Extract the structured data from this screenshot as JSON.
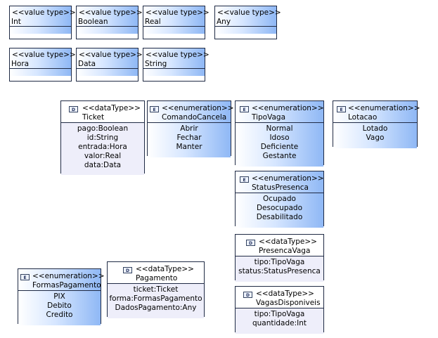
{
  "value_types": [
    {
      "stereotype": "<<value type>>",
      "name": "Int"
    },
    {
      "stereotype": "<<value type>>",
      "name": "Boolean"
    },
    {
      "stereotype": "<<value type>>",
      "name": "Real"
    },
    {
      "stereotype": "<<value type>>",
      "name": "Any"
    },
    {
      "stereotype": "<<value type>>",
      "name": "Hora"
    },
    {
      "stereotype": "<<value type>>",
      "name": "Data"
    },
    {
      "stereotype": "<<value type>>",
      "name": "String"
    }
  ],
  "datatypes": {
    "ticket": {
      "stereotype": "<<dataType>>",
      "name": "Ticket",
      "icon": "datatype-icon",
      "items": [
        "pago:Boolean",
        "id:String",
        "entrada:Hora",
        "valor:Real",
        "data:Data"
      ]
    },
    "pagamento": {
      "stereotype": "<<dataType>>",
      "name": "Pagamento",
      "icon": "datatype-icon",
      "items": [
        "ticket:Ticket",
        "forma:FormasPagamento",
        "DadosPagamento:Any"
      ]
    },
    "presenca_vaga": {
      "stereotype": "<<dataType>>",
      "name": "PresencaVaga",
      "icon": "datatype-icon",
      "items": [
        "tipo:TipoVaga",
        "status:StatusPresenca"
      ]
    },
    "vagas_disponiveis": {
      "stereotype": "<<dataType>>",
      "name": "VagasDisponiveis",
      "icon": "datatype-icon",
      "items": [
        "tipo:TipoVaga",
        "quantidade:Int"
      ]
    }
  },
  "enumerations": {
    "comando_cancela": {
      "stereotype": "<<enumeration>>",
      "name": "ComandoCancela",
      "icon": "enumeration-icon",
      "items": [
        "Abrir",
        "Fechar",
        "Manter"
      ]
    },
    "tipo_vaga": {
      "stereotype": "<<enumeration>>",
      "name": "TipoVaga",
      "icon": "enumeration-icon",
      "items": [
        "Normal",
        "Idoso",
        "Deficiente",
        "Gestante"
      ]
    },
    "lotacao": {
      "stereotype": "<<enumeration>>",
      "name": "Lotacao",
      "icon": "enumeration-icon",
      "items": [
        "Lotado",
        "Vago"
      ]
    },
    "status_presenca": {
      "stereotype": "<<enumeration>>",
      "name": "StatusPresenca",
      "icon": "enumeration-icon",
      "items": [
        "Ocupado",
        "Desocupado",
        "Desabilitado"
      ]
    },
    "formas_pagamento": {
      "stereotype": "<<enumeration>>",
      "name": "FormasPagamento",
      "icon": "enumeration-icon",
      "items": [
        "PIX",
        "Debito",
        "Credito"
      ]
    }
  },
  "icon_labels": {
    "datatype": "D",
    "enumeration": "E"
  }
}
